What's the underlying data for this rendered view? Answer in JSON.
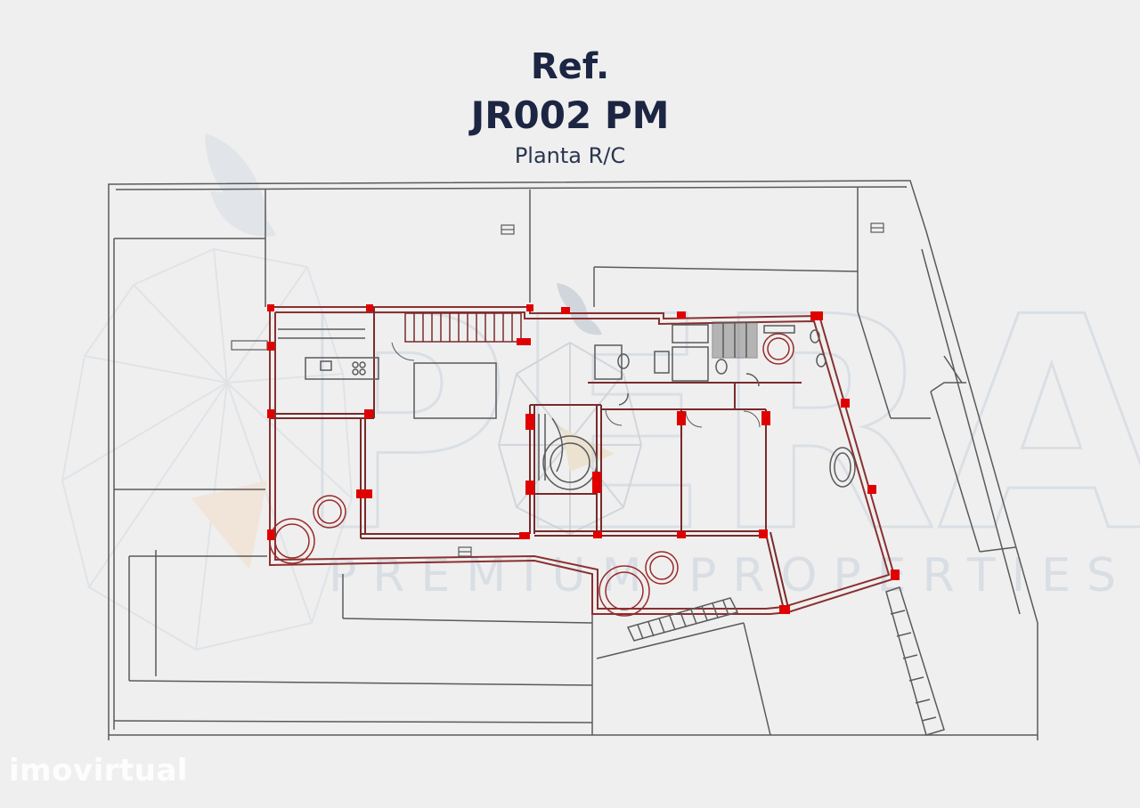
{
  "header": {
    "ref_label": "Ref.",
    "code": "JR002 PM",
    "subtitle": "Planta R/C"
  },
  "watermark": {
    "brand": "PERA",
    "tagline": "PREMIUM PROPERTIES",
    "color": "#c9d3de"
  },
  "footer": {
    "site_logo_text": "imovirtual"
  },
  "colors": {
    "background": "#efefef",
    "title": "#1c2643",
    "line": "#5a5a5a",
    "wall": "#9a3a3a",
    "accent_red": "#e00000"
  }
}
